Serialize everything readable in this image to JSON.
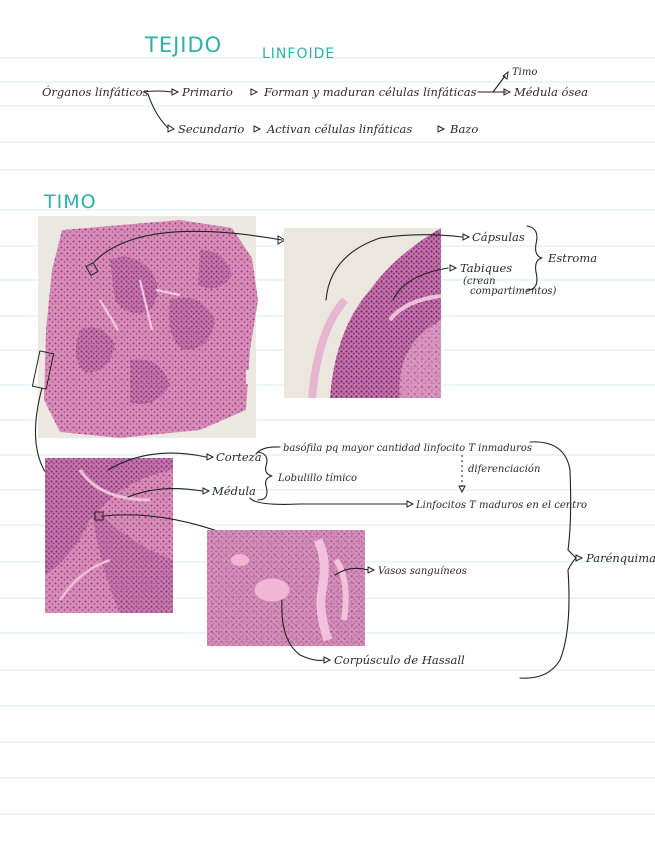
{
  "title": {
    "line1": "TEJIDO",
    "line2": "LINFOIDE"
  },
  "organos": {
    "root": "Órganos linfáticos",
    "primario": "Primario",
    "primario_desc": "Forman y maduran células linfáticas",
    "timo": "Timo",
    "medula_osea": "Médula ósea",
    "secundario": "Secundario",
    "secundario_desc": "Activan células linfáticas",
    "bazo": "Bazo"
  },
  "timo_section": {
    "heading": "TIMO",
    "capsula": "Cápsulas",
    "tabiques": "Tabiques",
    "tabiques_note_1": "(crean",
    "tabiques_note_2": "compartimentos)",
    "estroma": "Estroma",
    "corteza": "Corteza",
    "corteza_desc": "basófila pq mayor cantidad linfocito T inmaduros",
    "diferenciacion": "diferenciación",
    "lobulillo": "Lobulillo tímico",
    "medula": "Médula",
    "medula_desc": "Linfocitos T maduros en el centro",
    "vasos": "Vasos sanguíneos",
    "hassall": "Corpúsculo de Hassall",
    "parenquima": "Parénquima"
  },
  "colors": {
    "title_teal": "#2bb3a5",
    "ink": "#222222",
    "rule_blue": "#d8ecf3",
    "tissue_pink": "#d88bb4",
    "tissue_purple": "#9a4c8e"
  }
}
